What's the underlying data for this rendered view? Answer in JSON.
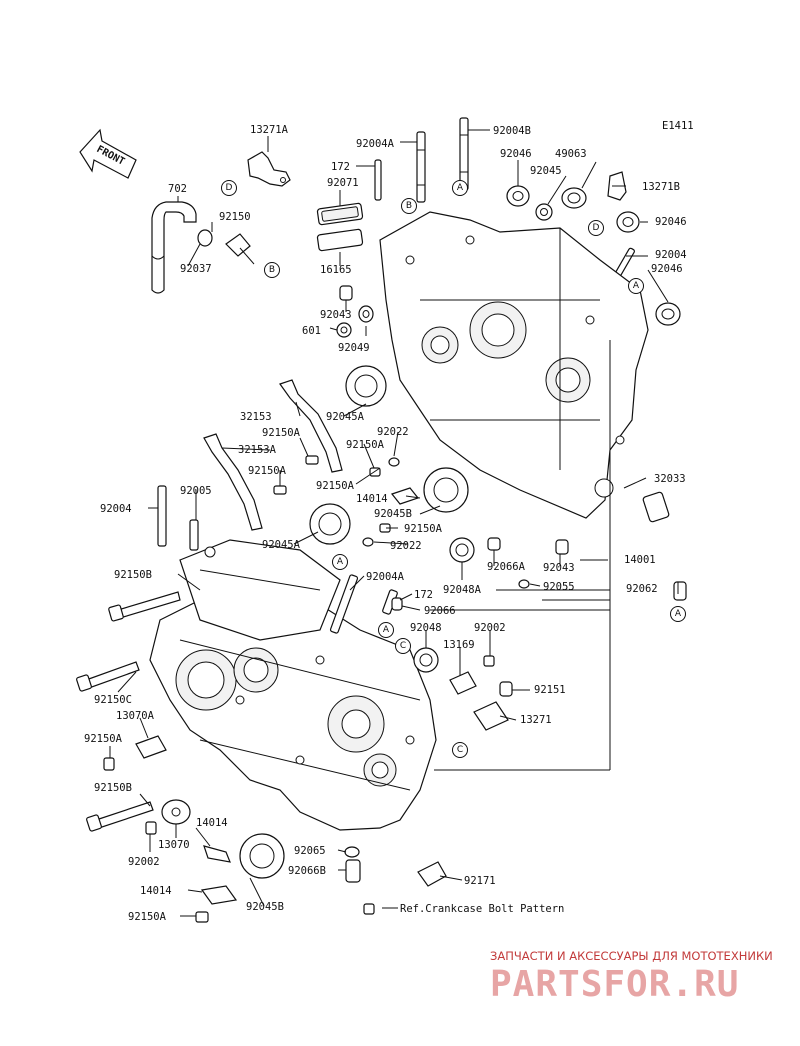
{
  "diagram_code": "E1411",
  "front_label": "FRONT",
  "ref_note": "Ref.Crankcase Bolt Pattern",
  "watermark": {
    "top_text": "ЗАПЧАСТИ И АКСЕССУАРЫ ДЛЯ МОТОТЕХНИКИ",
    "logo_text": "PARTSFOR.RU"
  },
  "labels": [
    {
      "id": "l-13271A",
      "text": "13271A"
    },
    {
      "id": "l-702",
      "text": "702"
    },
    {
      "id": "l-92150-top",
      "text": "92150"
    },
    {
      "id": "l-92037",
      "text": "92037"
    },
    {
      "id": "l-92004A-top",
      "text": "92004A"
    },
    {
      "id": "l-92004B-top",
      "text": "92004B"
    },
    {
      "id": "l-172-top",
      "text": "172"
    },
    {
      "id": "l-92071",
      "text": "92071"
    },
    {
      "id": "l-16165",
      "text": "16165"
    },
    {
      "id": "l-92046-a",
      "text": "92046"
    },
    {
      "id": "l-49063",
      "text": "49063"
    },
    {
      "id": "l-92045-top",
      "text": "92045"
    },
    {
      "id": "l-13271B",
      "text": "13271B"
    },
    {
      "id": "l-92046-b",
      "text": "92046"
    },
    {
      "id": "l-92004-r",
      "text": "92004"
    },
    {
      "id": "l-92046-c",
      "text": "92046"
    },
    {
      "id": "l-92043-top",
      "text": "92043"
    },
    {
      "id": "l-601",
      "text": "601"
    },
    {
      "id": "l-92049",
      "text": "92049"
    },
    {
      "id": "l-32153",
      "text": "32153"
    },
    {
      "id": "l-92150A-1",
      "text": "92150A"
    },
    {
      "id": "l-32153A",
      "text": "32153A"
    },
    {
      "id": "l-92045A-1",
      "text": "92045A"
    },
    {
      "id": "l-92022-1",
      "text": "92022"
    },
    {
      "id": "l-92150A-2",
      "text": "92150A"
    },
    {
      "id": "l-92150A-3",
      "text": "92150A"
    },
    {
      "id": "l-92150A-4",
      "text": "92150A"
    },
    {
      "id": "l-14014-1",
      "text": "14014"
    },
    {
      "id": "l-92045B-1",
      "text": "92045B"
    },
    {
      "id": "l-32033",
      "text": "32033"
    },
    {
      "id": "l-92004-l",
      "text": "92004"
    },
    {
      "id": "l-92005",
      "text": "92005"
    },
    {
      "id": "l-92045A-2",
      "text": "92045A"
    },
    {
      "id": "l-92150A-5",
      "text": "92150A"
    },
    {
      "id": "l-92022-2",
      "text": "92022"
    },
    {
      "id": "l-92048A",
      "text": "92048A"
    },
    {
      "id": "l-92066A",
      "text": "92066A"
    },
    {
      "id": "l-92043-2",
      "text": "92043"
    },
    {
      "id": "l-14001",
      "text": "14001"
    },
    {
      "id": "l-92055",
      "text": "92055"
    },
    {
      "id": "l-92062",
      "text": "92062"
    },
    {
      "id": "l-92150B-1",
      "text": "92150B"
    },
    {
      "id": "l-92004A-2",
      "text": "92004A"
    },
    {
      "id": "l-172-2",
      "text": "172"
    },
    {
      "id": "l-92066",
      "text": "92066"
    },
    {
      "id": "l-92048",
      "text": "92048"
    },
    {
      "id": "l-92002-1",
      "text": "92002"
    },
    {
      "id": "l-13169",
      "text": "13169"
    },
    {
      "id": "l-92151",
      "text": "92151"
    },
    {
      "id": "l-92150C",
      "text": "92150C"
    },
    {
      "id": "l-13070A",
      "text": "13070A"
    },
    {
      "id": "l-13271",
      "text": "13271"
    },
    {
      "id": "l-92150A-6",
      "text": "92150A"
    },
    {
      "id": "l-92150B-2",
      "text": "92150B"
    },
    {
      "id": "l-14014-2",
      "text": "14014"
    },
    {
      "id": "l-13070",
      "text": "13070"
    },
    {
      "id": "l-92002-2",
      "text": "92002"
    },
    {
      "id": "l-92065",
      "text": "92065"
    },
    {
      "id": "l-92066B",
      "text": "92066B"
    },
    {
      "id": "l-92171",
      "text": "92171"
    },
    {
      "id": "l-14014-3",
      "text": "14014"
    },
    {
      "id": "l-92045B-2",
      "text": "92045B"
    },
    {
      "id": "l-92150A-7",
      "text": "92150A"
    }
  ],
  "ref_markers": [
    {
      "id": "m-d1",
      "text": "D"
    },
    {
      "id": "m-b1",
      "text": "B"
    },
    {
      "id": "m-b2",
      "text": "B"
    },
    {
      "id": "m-a1",
      "text": "A"
    },
    {
      "id": "m-d2",
      "text": "D"
    },
    {
      "id": "m-a2",
      "text": "A"
    },
    {
      "id": "m-a3",
      "text": "A"
    },
    {
      "id": "m-a4",
      "text": "A"
    },
    {
      "id": "m-c1",
      "text": "C"
    },
    {
      "id": "m-c2",
      "text": "C"
    },
    {
      "id": "m-a5",
      "text": "A"
    }
  ]
}
